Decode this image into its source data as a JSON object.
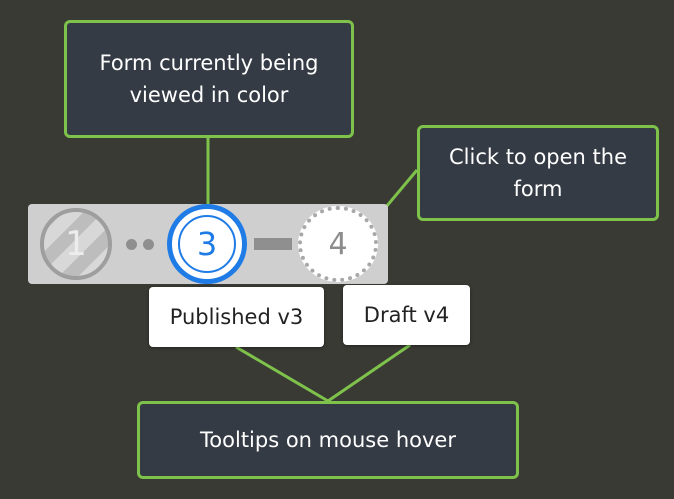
{
  "callouts": {
    "viewed_line1": "Form currently being",
    "viewed_line2": "viewed in color",
    "click_line1": "Click to open the",
    "click_line2": "form",
    "hover": "Tooltips on mouse hover"
  },
  "stepper": {
    "steps": [
      {
        "number": "1",
        "state": "archived"
      },
      {
        "number": "3",
        "state": "current"
      },
      {
        "number": "4",
        "state": "draft"
      }
    ]
  },
  "tooltips": {
    "published": "Published v3",
    "draft": "Draft v4"
  },
  "colors": {
    "background": "#3a3a34",
    "callout_fill": "#343b44",
    "callout_border": "#7ec24c",
    "connector": "#7ec24c",
    "current_step": "#1f7be6"
  }
}
